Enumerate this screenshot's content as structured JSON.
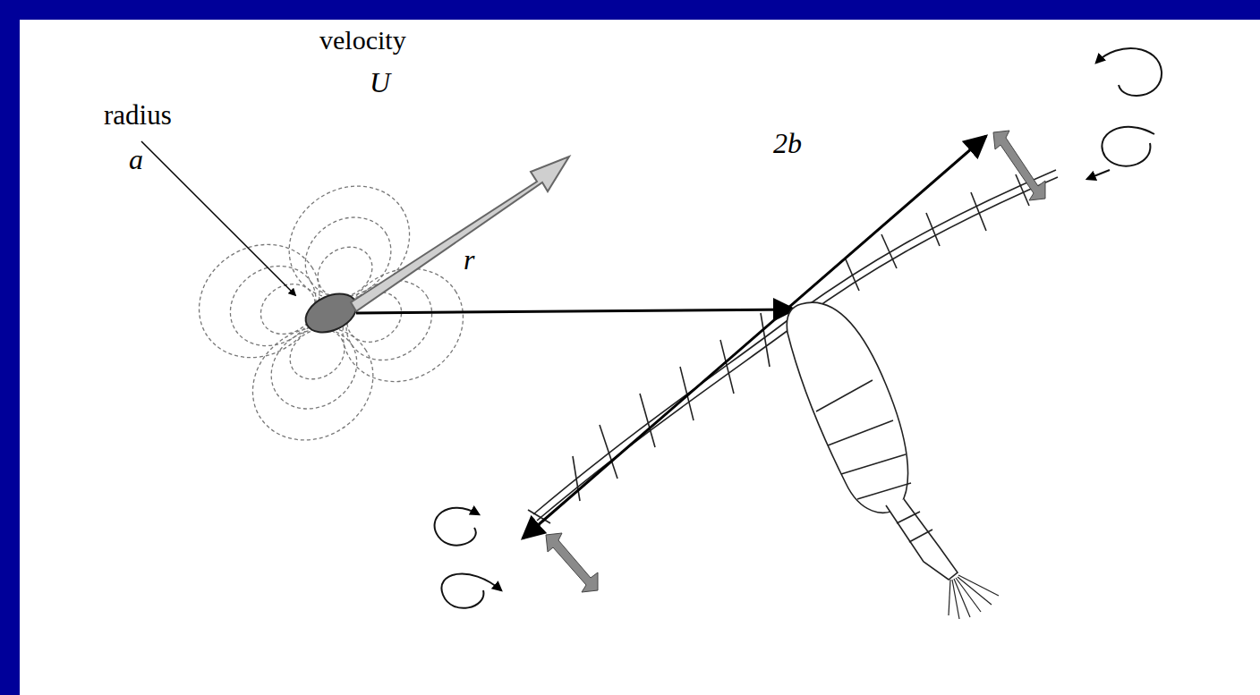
{
  "diagram": {
    "labels": [
      "velocity",
      "U",
      "radius",
      "a",
      "r",
      "2b"
    ]
  }
}
